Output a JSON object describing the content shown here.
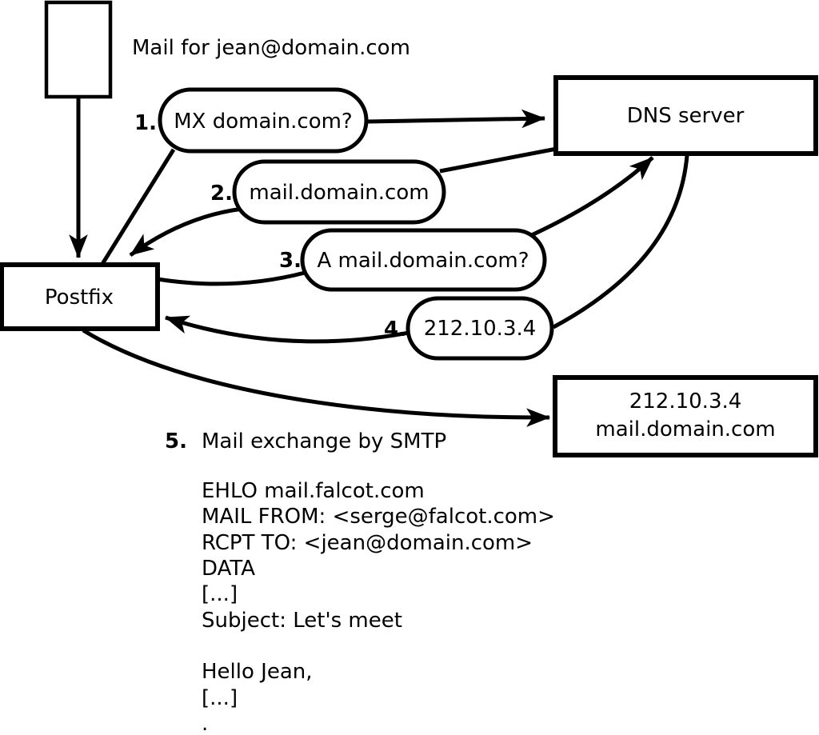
{
  "colors": {
    "ink": "#000000",
    "background": "#ffffff"
  },
  "title": "Mail for jean@domain.com",
  "nodes": {
    "postfix": {
      "label": "Postfix"
    },
    "dns": {
      "label": "DNS server"
    },
    "mail_server": {
      "ip": "212.10.3.4",
      "hostname": "mail.domain.com"
    }
  },
  "steps": [
    {
      "num": "1.",
      "label": "MX domain.com?"
    },
    {
      "num": "2.",
      "label": "mail.domain.com"
    },
    {
      "num": "3.",
      "label": "A mail.domain.com?"
    },
    {
      "num": "4.",
      "label": "212.10.3.4"
    },
    {
      "num": "5.",
      "label": "Mail exchange by SMTP"
    }
  ],
  "smtp_session": {
    "lines": [
      "EHLO mail.falcot.com",
      "MAIL FROM: <serge@falcot.com>",
      "RCPT TO: <jean@domain.com>",
      "DATA",
      "[...]",
      "Subject: Let's meet",
      "Hello Jean,",
      "[...]",
      "."
    ]
  }
}
